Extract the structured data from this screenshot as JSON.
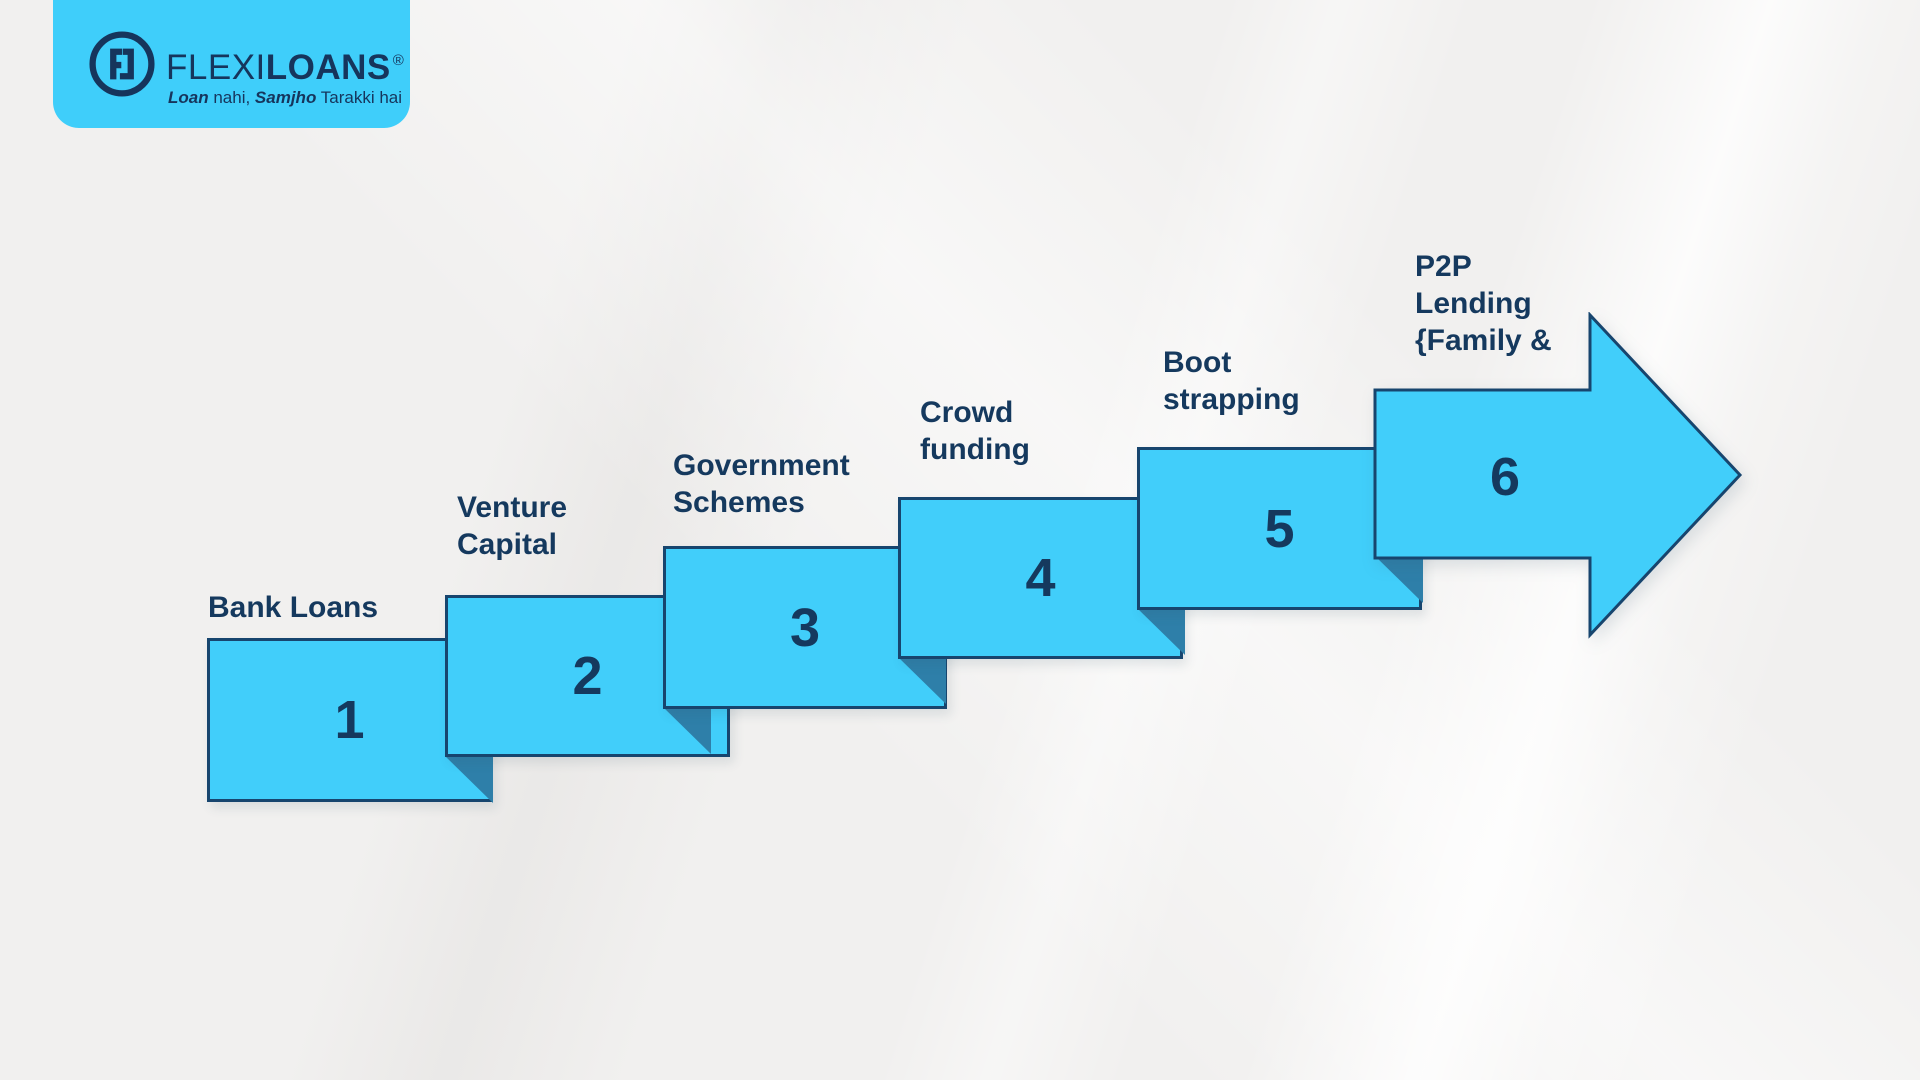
{
  "background": {
    "base_color": "#f1f0ef"
  },
  "logo_card": {
    "bg_color": "#3fcefa",
    "monogram_icon": "fl-circle-monogram",
    "brand": {
      "flexi": "FLEXI",
      "loans": "LOANS",
      "registered": "®"
    },
    "tagline": {
      "part1_bold_italic": "Loan",
      "part2": " nahi, ",
      "part3_bold_italic": "Samjho",
      "part4": " Tarakki hai"
    }
  },
  "diagram": {
    "type": "staircase-process-arrow",
    "steps": [
      {
        "number": "1",
        "label": "Bank Loans"
      },
      {
        "number": "2",
        "label": "Venture\nCapital"
      },
      {
        "number": "3",
        "label": "Government\nSchemes"
      },
      {
        "number": "4",
        "label": "Crowd\nfunding"
      },
      {
        "number": "5",
        "label": "Boot\nstrapping"
      },
      {
        "number": "6",
        "label": "P2P\nLending\n{Family &"
      }
    ],
    "colors": {
      "step_fill": "#41cefa",
      "step_outline": "#17456e",
      "fold_shadow": "#2e7fa9",
      "label_text": "#15395e"
    }
  }
}
